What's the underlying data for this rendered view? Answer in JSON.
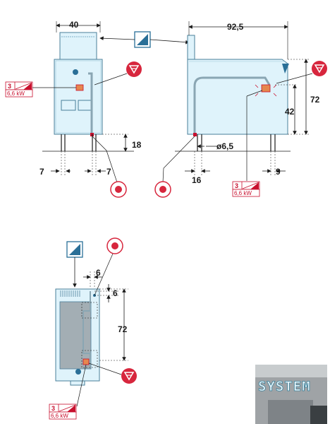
{
  "front_view": {
    "width": "40",
    "height_leg": "18",
    "side_left": "7",
    "side_right": "7",
    "power_phase": "3",
    "power_kw": "6,6 kW"
  },
  "side_view": {
    "depth": "92,5",
    "height": "72",
    "height_inner": "42",
    "pipe_diameter": "ø6,5",
    "offset_left": "16",
    "offset_right": "9",
    "power_phase": "3",
    "power_kw": "6,6 kW"
  },
  "top_view": {
    "offset_a": "6",
    "offset_b": "6",
    "depth": "72",
    "power_phase": "3",
    "power_kw": "6,6 kW"
  },
  "logo": {
    "text": "SYSTEM"
  },
  "colors": {
    "body_fill": "#dff3fb",
    "body_stroke": "#4a7f9a",
    "symbol_red": "#d7263d",
    "symbol_blue": "#2a6f97",
    "dimension": "#1a1a1a"
  }
}
